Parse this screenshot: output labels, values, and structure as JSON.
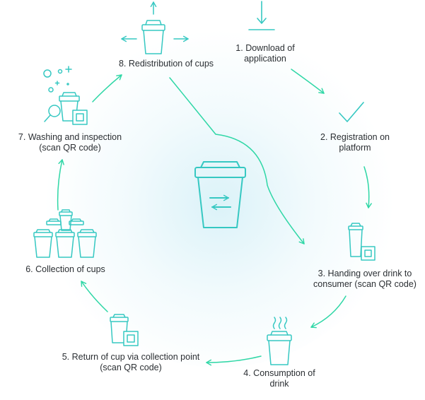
{
  "colors": {
    "accent": "#2fd7a6",
    "icon": "#36c8c2",
    "text": "#2b2f33"
  },
  "steps": [
    {
      "line1": "1. Download of",
      "line2": "application"
    },
    {
      "line1": "2. Registration on",
      "line2": "platform"
    },
    {
      "line1": "3. Handing over drink to",
      "line2": "consumer (scan QR code)"
    },
    {
      "line1": "4. Consumption of",
      "line2": "drink"
    },
    {
      "line1": "5. Return of cup via collection point",
      "line2": "(scan QR code)"
    },
    {
      "line1": "6. Collection of cups",
      "line2": ""
    },
    {
      "line1": "7. Washing and inspection",
      "line2": "(scan QR code)"
    },
    {
      "line1": "8. Redistribution of cups",
      "line2": ""
    }
  ],
  "icons": {
    "center": "reusable-cup-icon",
    "step1": "download-icon",
    "step2": "checkmark-icon",
    "step3": "cup-qr-icon",
    "step4": "hot-cup-icon",
    "step5": "cup-qr-icon",
    "step6": "stacked-cups-icon",
    "step7": "washing-inspection-icon",
    "step8": "distribution-cup-icon"
  }
}
